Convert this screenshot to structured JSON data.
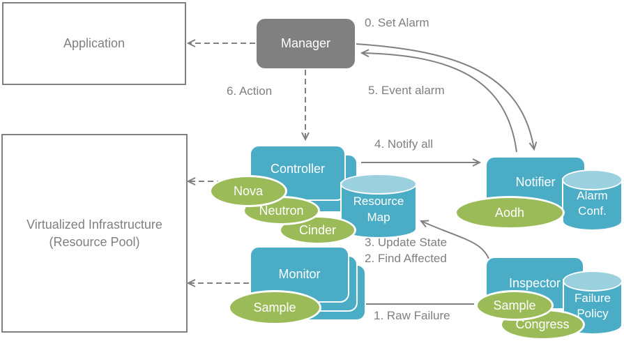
{
  "colors": {
    "shape_blue": "#4BACC6",
    "cylinder_top_blue": "#9BD0DE",
    "shape_green": "#9BBB59",
    "manager_gray": "#808080",
    "line_gray": "#808080",
    "text_gray": "#7F7F7F"
  },
  "boxes": {
    "application": {
      "label": "Application"
    },
    "virtualized_infrastructure": {
      "line1": "Virtualized Infrastructure",
      "line2": "(Resource Pool)"
    },
    "manager": {
      "label": "Manager"
    },
    "controller": {
      "label": "Controller"
    },
    "monitor": {
      "label": "Monitor"
    },
    "notifier": {
      "label": "Notifier"
    },
    "inspector": {
      "label": "Inspector"
    }
  },
  "cylinders": {
    "resource_map": {
      "line1": "Resource",
      "line2": "Map"
    },
    "alarm_conf": {
      "line1": "Alarm",
      "line2": "Conf."
    },
    "failure_policy": {
      "line1": "Failure",
      "line2": "Policy"
    }
  },
  "ellipses": {
    "nova": {
      "label": "Nova"
    },
    "neutron": {
      "label": "Neutron"
    },
    "cinder": {
      "label": "Cinder"
    },
    "monitor_sample": {
      "label": "Sample"
    },
    "aodh": {
      "label": "Aodh"
    },
    "inspector_sample": {
      "label": "Sample"
    },
    "congress": {
      "label": "Congress"
    }
  },
  "flow_labels": {
    "step0": "0. Set Alarm",
    "step1": "1. Raw Failure",
    "step2": "2. Find Affected",
    "step3": "3. Update State",
    "step4": "4. Notify all",
    "step5": "5. Event alarm",
    "step6": "6. Action"
  }
}
